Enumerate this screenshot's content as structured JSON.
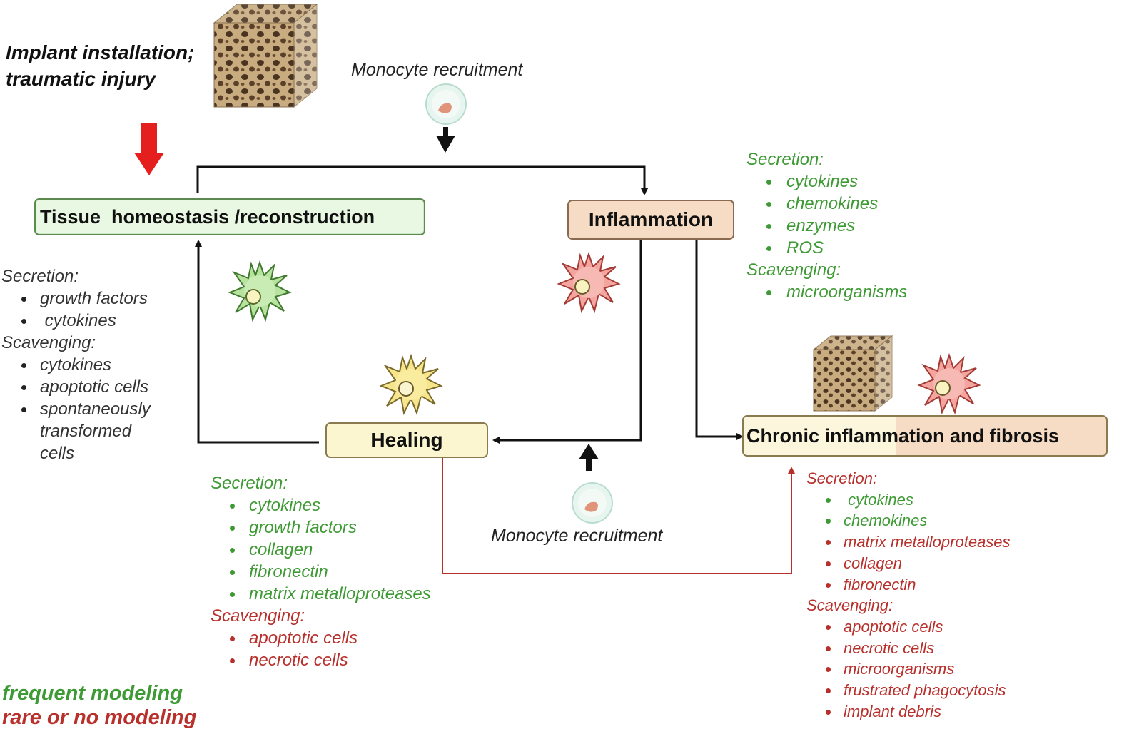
{
  "header": {
    "title_line1": "Implant installation;",
    "title_line2": "traumatic injury"
  },
  "labels": {
    "monocyte_top": "Monocyte recruitment",
    "monocyte_bottom": "Monocyte recruitment"
  },
  "nodes": {
    "tissue": "Tissue  homeostasis /reconstruction",
    "inflammation": "Inflammation",
    "healing": "Healing",
    "chronic": "Chronic inflammation and fibrosis"
  },
  "inflammation_list": {
    "secretion_heading": "Secretion:",
    "secretion": [
      "cytokines",
      "chemokines",
      "enzymes",
      "ROS"
    ],
    "scavenging_heading": "Scavenging:",
    "scavenging": [
      "microorganisms"
    ]
  },
  "tissue_list": {
    "secretion_heading": "Secretion:",
    "secretion": [
      "growth factors",
      " cytokines"
    ],
    "scavenging_heading": "Scavenging:",
    "scavenging": [
      "cytokines",
      "apoptotic cells",
      "spontaneously",
      "transformed",
      "cells"
    ]
  },
  "healing_list": {
    "secretion_heading": "Secretion:",
    "secretion": [
      "cytokines",
      "growth factors",
      "collagen",
      "fibronectin",
      "matrix metalloproteases"
    ],
    "scavenging_heading": "Scavenging:",
    "scavenging": [
      "apoptotic cells",
      "necrotic cells"
    ]
  },
  "chronic_list": {
    "secretion_heading": "Secretion:",
    "secretion": [
      " cytokines",
      "chemokines",
      "matrix metalloproteases",
      "collagen",
      "fibronectin"
    ],
    "scavenging_heading": "Scavenging:",
    "scavenging": [
      "apoptotic cells",
      "necrotic cells",
      "microorganisms",
      "frustrated phagocytosis",
      "implant debris"
    ]
  },
  "legend": {
    "frequent": "frequent modeling",
    "rare": "rare or no modeling"
  },
  "colors": {
    "frequent": "#3e9a34",
    "rare": "#b8302c",
    "neutral": "#333333",
    "arrow_injury": "#e51e1e"
  }
}
